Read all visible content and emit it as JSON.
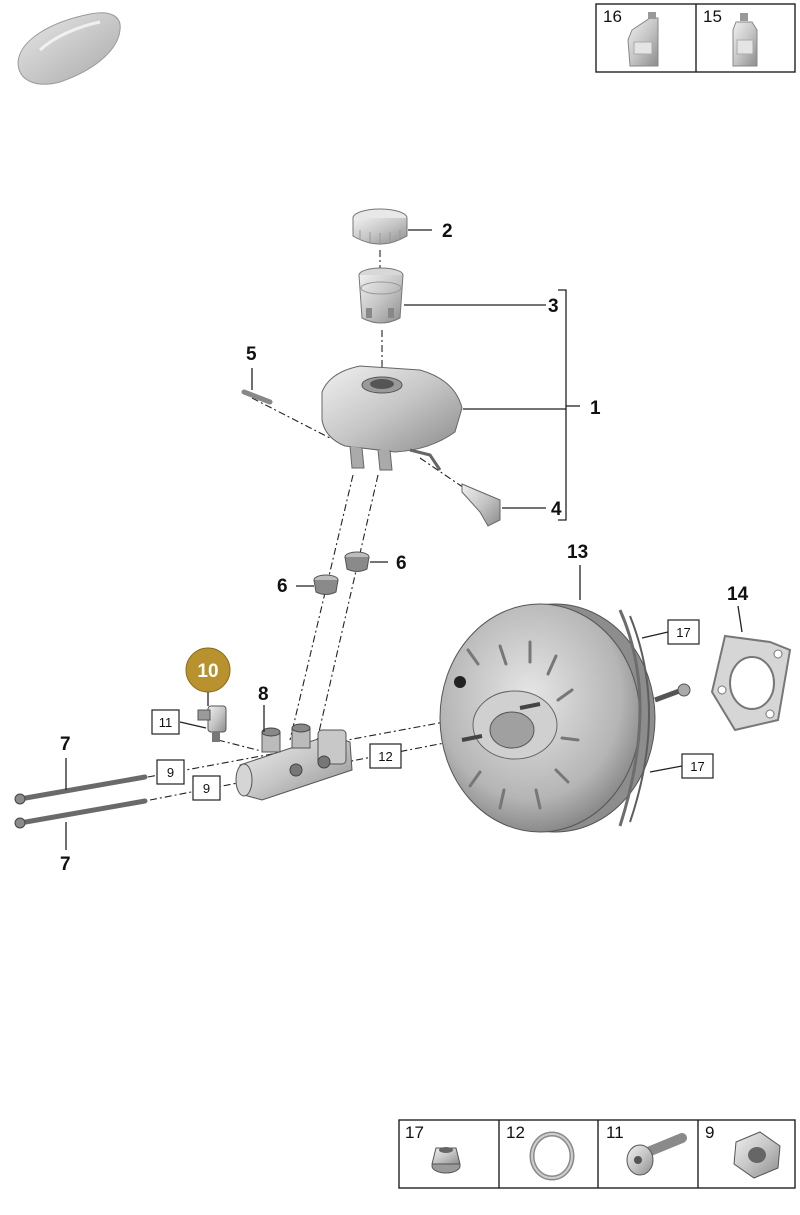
{
  "top_legend": [
    {
      "number": "16",
      "icon": "oil-canister-icon"
    },
    {
      "number": "15",
      "icon": "fluid-bottle-icon"
    }
  ],
  "bottom_legend": [
    {
      "number": "17",
      "icon": "flange-nut-icon"
    },
    {
      "number": "12",
      "icon": "o-ring-icon"
    },
    {
      "number": "11",
      "icon": "bolt-icon"
    },
    {
      "number": "9",
      "icon": "hex-nut-icon"
    }
  ],
  "callouts": {
    "c1": "1",
    "c2": "2",
    "c3": "3",
    "c4": "4",
    "c5": "5",
    "c6a": "6",
    "c6b": "6",
    "c7a": "7",
    "c7b": "7",
    "c8": "8",
    "c10": "10",
    "c13": "13",
    "c14": "14"
  },
  "boxed_callouts": {
    "b11": "11",
    "b9a": "9",
    "b9b": "9",
    "b12": "12",
    "b17a": "17",
    "b17b": "17"
  },
  "colors": {
    "highlight": "#b8922e",
    "part_metal": "#c9c9c9",
    "part_dark": "#7a7a7a"
  }
}
